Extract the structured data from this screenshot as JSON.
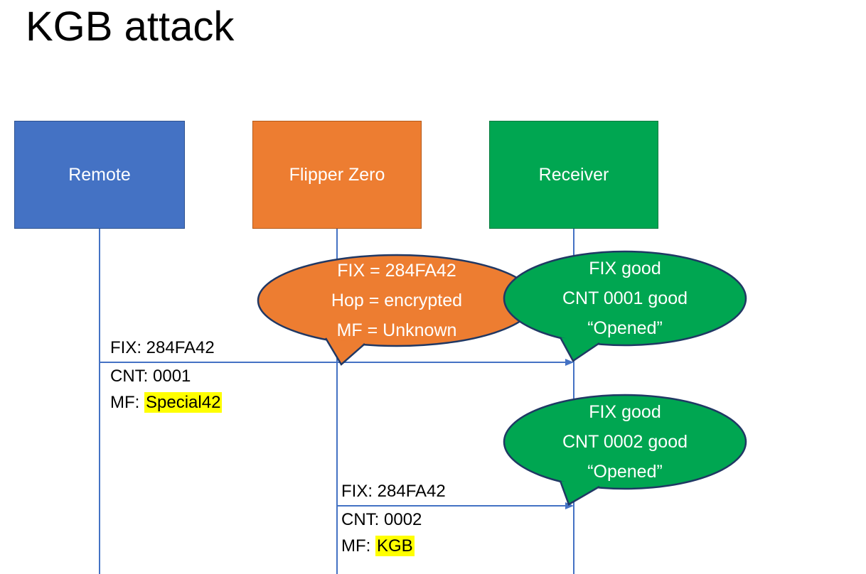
{
  "title": "KGB attack",
  "actors": {
    "remote": {
      "label": "Remote",
      "fill": "#4472C4",
      "border": "#2F528F"
    },
    "flipper": {
      "label": "Flipper Zero",
      "fill": "#ED7D31",
      "border": "#B55A19"
    },
    "receiver": {
      "label": "Receiver",
      "fill": "#00A651",
      "border": "#067A3F"
    }
  },
  "bubbles": {
    "flipper_analysis": {
      "lines": [
        "FIX = 284FA42",
        "Hop = encrypted",
        "MF = Unknown"
      ],
      "fill": "#ED7D31",
      "border": "#203864"
    },
    "receiver_ack1": {
      "lines": [
        "FIX good",
        "CNT 0001 good",
        "“Opened”"
      ],
      "fill": "#00A651",
      "border": "#203864"
    },
    "receiver_ack2": {
      "lines": [
        "FIX good",
        "CNT 0002 good",
        "“Opened”"
      ],
      "fill": "#00A651",
      "border": "#203864"
    }
  },
  "messages": {
    "msg1": {
      "fix": "FIX: 284FA42",
      "cnt": "CNT: 0001",
      "mf_prefix": "MF: ",
      "mf_value": "Special42",
      "highlight": "#FFFF00"
    },
    "msg2": {
      "fix": "FIX: 284FA42",
      "cnt": "CNT: 0002",
      "mf_prefix": "MF: ",
      "mf_value": "KGB",
      "highlight": "#FFFF00"
    }
  },
  "colors": {
    "background": "#FFFFFF",
    "title_text": "#000000",
    "lifeline": "#4472C4",
    "arrow": "#4472C4",
    "bubble_text": "#FFFFFF",
    "highlight": "#FFFF00"
  }
}
